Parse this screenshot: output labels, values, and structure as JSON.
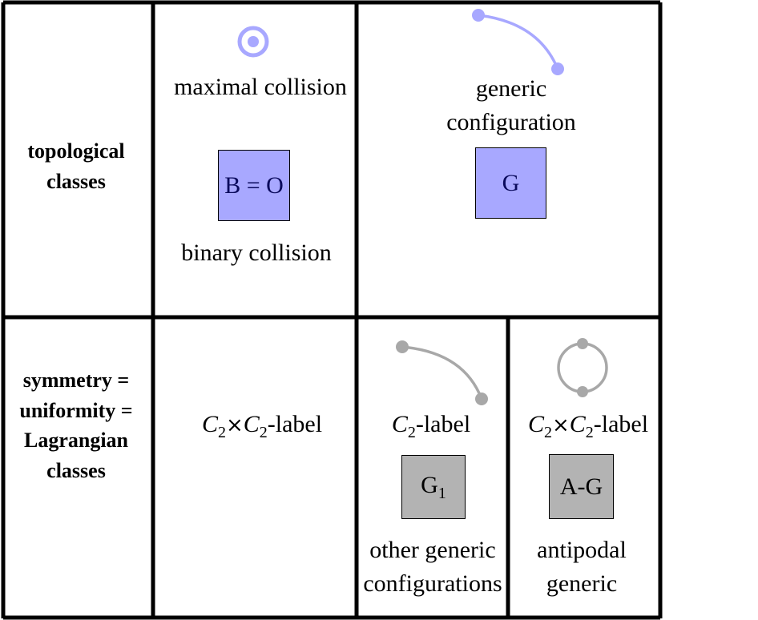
{
  "rows": {
    "topological": "topological classes",
    "symmetry": "symmetry = uniformity = Lagrangian classes"
  },
  "cells": {
    "maximal_collision": "maximal collision",
    "binary_collision": "binary collision",
    "box_bo": "B = O",
    "generic_configuration": "generic configuration",
    "box_g": "G",
    "c2xc2_label_left": {
      "c1": "C",
      "s1": "2",
      "times": "×",
      "c2": "C",
      "s2": "2",
      "rest": "-label"
    },
    "c2_label": {
      "c1": "C",
      "s1": "2",
      "rest": "-label"
    },
    "box_g1": {
      "main": "G",
      "sub": "1"
    },
    "other_generic": "other generic configurations",
    "c2xc2_label_right": {
      "c1": "C",
      "s1": "2",
      "times": "×",
      "c2": "C",
      "s2": "2",
      "rest": "-label"
    },
    "box_ag": "A-G",
    "antipodal_generic": "antipodal generic"
  },
  "colors": {
    "blue_fill": "#a8a8ff",
    "blue_stroke": "#a8a8ff",
    "gray_fill": "#b3b3b3",
    "gray_stroke": "#a8a8a8",
    "grid": "#000000"
  },
  "icons": {
    "maximal": "concentric-circle-icon",
    "generic": "arc-two-dots-icon",
    "g1": "arc-two-dots-icon",
    "antipodal": "circle-two-dots-icon"
  }
}
